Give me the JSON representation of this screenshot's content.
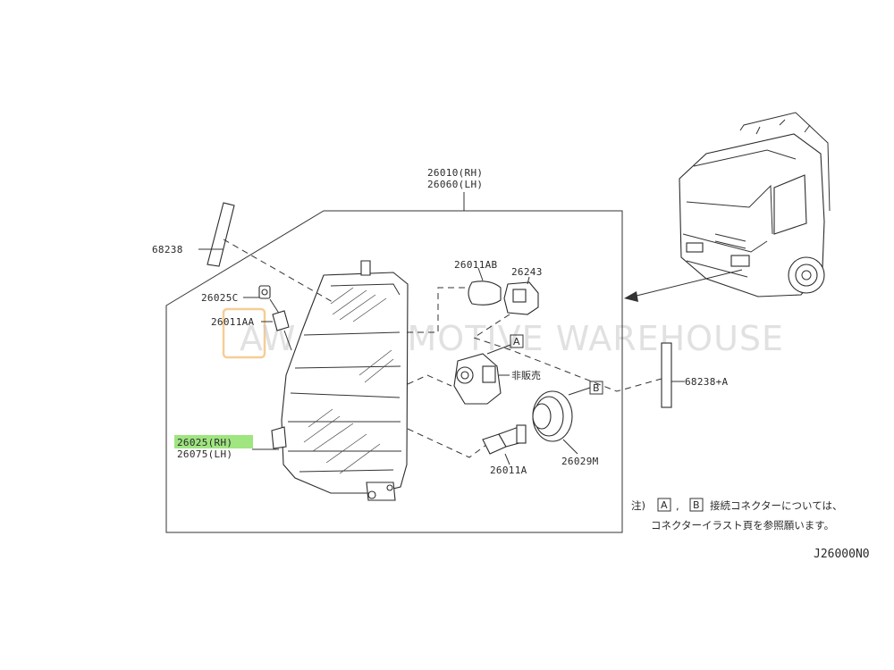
{
  "labels": {
    "assembly_rh": "26010(RH)",
    "assembly_lh": "26060(LH)",
    "p68238": "68238",
    "p26025c": "26025C",
    "p26011aa": "26011AA",
    "p26011ab": "26011AB",
    "p26243": "26243",
    "p68238a": "68238+A",
    "p26025rh": "26025(RH)",
    "p26075lh": "26075(LH)",
    "p26011a": "26011A",
    "p26029m": "26029M",
    "not_sold": "非販売",
    "box_a": "A",
    "box_b": "B"
  },
  "note": {
    "prefix": "注)",
    "box_a": "A",
    "comma": ",",
    "box_b": "B",
    "line1_text": "接続コネクターについては、",
    "line2_text": "コネクターイラスト頁を参照願います。"
  },
  "diagram_code": "J26000N0",
  "watermark": "AW AUTOMOTIVE WAREHOUSE",
  "colors": {
    "highlight": "#8ee06a",
    "watermark_badge": "#f2c27a",
    "line": "#333333"
  }
}
